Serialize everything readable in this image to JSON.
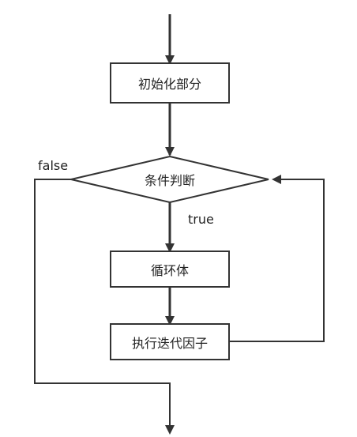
{
  "diagram": {
    "type": "flowchart",
    "colors": {
      "stroke": "#333333",
      "text": "#222222",
      "background": "#ffffff"
    },
    "nodes": {
      "init": {
        "label": "初始化部分",
        "shape": "rectangle"
      },
      "condition": {
        "label": "条件判断",
        "shape": "diamond"
      },
      "body": {
        "label": "循环体",
        "shape": "rectangle"
      },
      "iterate": {
        "label": "执行迭代因子",
        "shape": "rectangle"
      }
    },
    "edge_labels": {
      "false_label": "false",
      "true_label": "true"
    },
    "edges": [
      {
        "from": "entry",
        "to": "init"
      },
      {
        "from": "init",
        "to": "condition"
      },
      {
        "from": "condition",
        "to": "body",
        "label": "true"
      },
      {
        "from": "body",
        "to": "iterate"
      },
      {
        "from": "iterate",
        "to": "condition",
        "note": "loop back"
      },
      {
        "from": "condition",
        "to": "exit",
        "label": "false"
      }
    ]
  }
}
